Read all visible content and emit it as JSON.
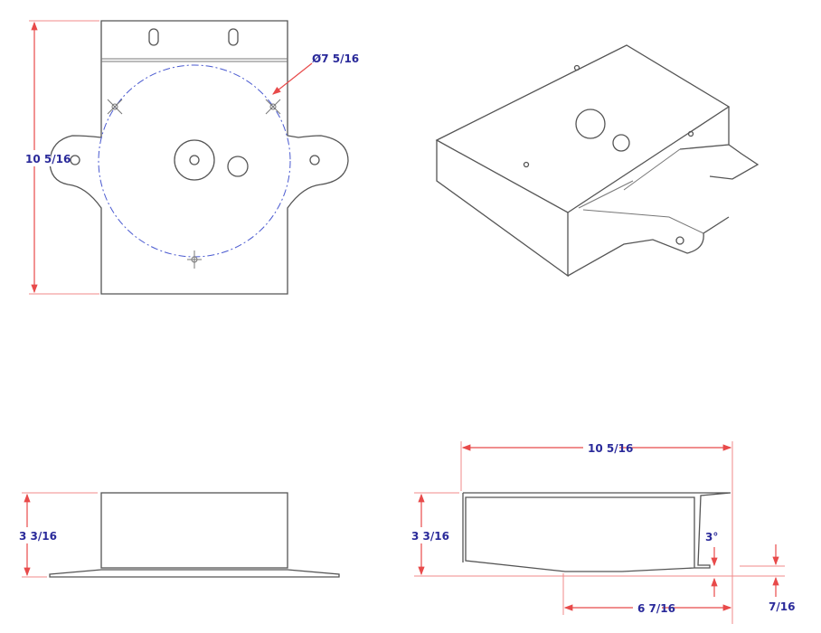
{
  "colors": {
    "outline": "#555555",
    "dimension": "#e84a4a",
    "centerline": "#4a5ad0",
    "label": "#2a2a9a"
  },
  "views": {
    "top": {
      "height_label": "10 5/16",
      "diameter_label": "Ø7 5/16"
    },
    "isometric": {},
    "front": {
      "height_label": "3 3/16"
    },
    "side": {
      "width_label": "10 5/16",
      "height_label": "3 3/16",
      "bottom_label": "6 7/16",
      "angle_label": "3°",
      "flange_label": "7/16"
    }
  }
}
